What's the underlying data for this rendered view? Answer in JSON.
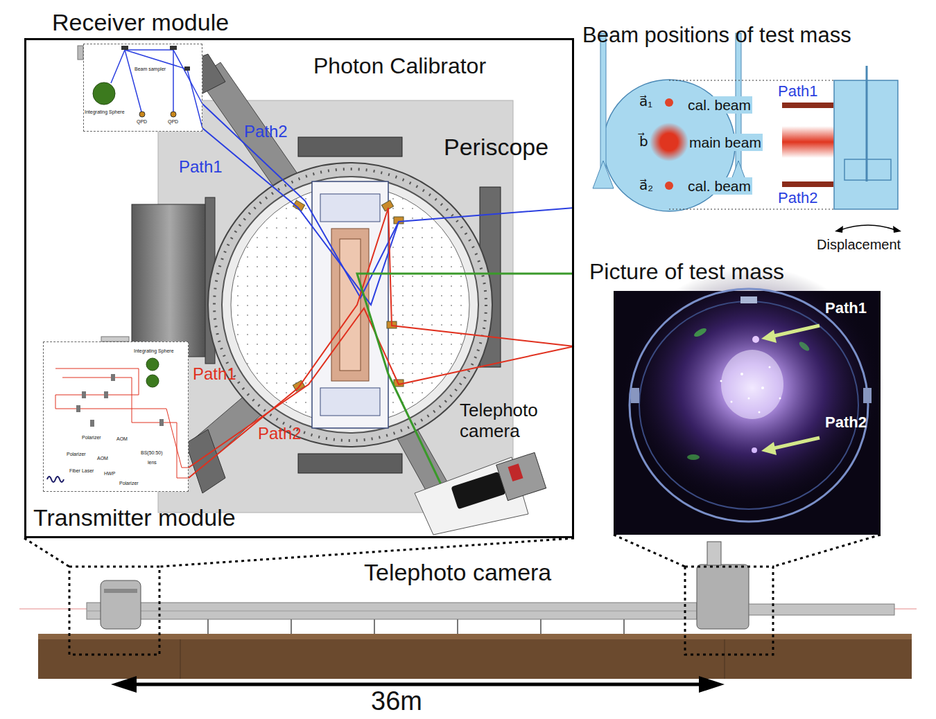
{
  "diagram": {
    "nodes": [
      {
        "text": [
          "Photon Calibrator"
        ]
      },
      {
        "text": [
          "Receiver module",
          "Integrating Sphere",
          "Beam sampler",
          "QPD",
          "QPD"
        ],
        "in": 0
      },
      {
        "text": [
          "Transmitter module",
          "Integrating Sphere",
          "Polarizer",
          "AOM",
          "Polarizer",
          "AOM",
          "BS(50:50)",
          "lens",
          "Fiber Laser",
          "HWP",
          "Polarizer"
        ],
        "in": 0
      },
      {
        "text": [
          "Telephoto camera"
        ],
        "in": 0
      },
      {
        "text": [
          "Picture of test mass",
          "Path1",
          "Path2"
        ]
      }
    ],
    "labels": [
      "Periscope",
      "Path2",
      "Path1",
      "Path1",
      "Path2",
      "Beam positions of test mass",
      "a⃗₁",
      "b⃗",
      "a⃗₂",
      "cal. beam",
      "main beam",
      "cal. beam",
      "Path1",
      "Path2",
      "Displacement",
      "Telephoto camera",
      "36m"
    ]
  }
}
